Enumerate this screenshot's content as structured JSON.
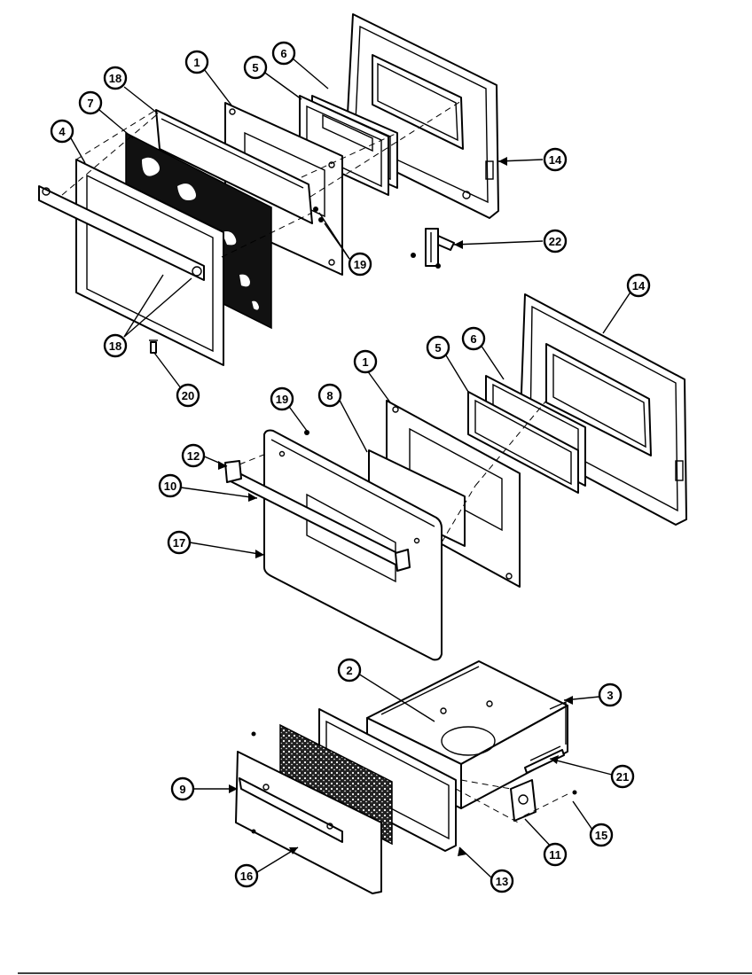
{
  "callouts": {
    "c1_top": "1",
    "c1_mid": "1",
    "c2": "2",
    "c3": "3",
    "c4": "4",
    "c5_top": "5",
    "c5_mid": "5",
    "c6_top": "6",
    "c6_mid": "6",
    "c7": "7",
    "c8": "8",
    "c9": "9",
    "c10": "10",
    "c11": "11",
    "c12": "12",
    "c13": "13",
    "c14_top": "14",
    "c14_mid": "14",
    "c15": "15",
    "c16": "16",
    "c17": "17",
    "c18_top": "18",
    "c18_lower": "18",
    "c19_right": "19",
    "c19_mid": "19",
    "c20": "20",
    "c21": "21",
    "c22": "22"
  }
}
